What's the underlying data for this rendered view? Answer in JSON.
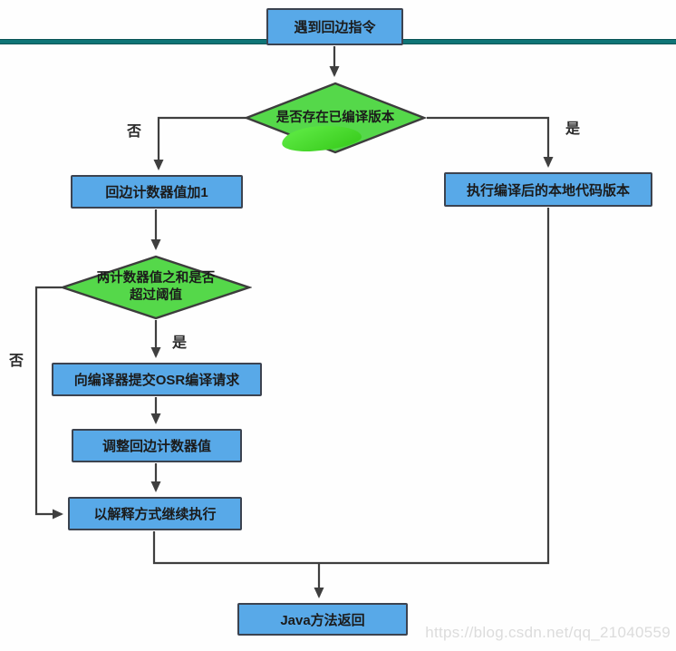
{
  "colors": {
    "page_bg": "#fefefe",
    "box_fill": "#58a9e8",
    "box_border": "#3c4350",
    "diamond_fill": "#55d84a",
    "diamond_border": "#3c3c3c",
    "line": "#3f3f3f",
    "teal": "#0f7577",
    "teal_dark": "#0a5456",
    "watermark_color": "#dcdcdc"
  },
  "nodes": {
    "start": "遇到回边指令",
    "decision_compiled_exists": "是否存在已编译版本",
    "increment_backedge_counter": "回边计数器值加1",
    "execute_compiled_native": "执行编译后的本地代码版本",
    "decision_threshold_line1": "两计数器值之和是否",
    "decision_threshold_line2": "超过阈值",
    "submit_osr_request": "向编译器提交OSR编译请求",
    "adjust_backedge_counter": "调整回边计数器值",
    "continue_interpreted": "以解释方式继续执行",
    "java_method_return": "Java方法返回"
  },
  "edge_labels": {
    "compiled_no": "否",
    "compiled_yes": "是",
    "threshold_yes": "是",
    "threshold_no": "否"
  },
  "watermark": "https://blog.csdn.net/qq_21040559"
}
